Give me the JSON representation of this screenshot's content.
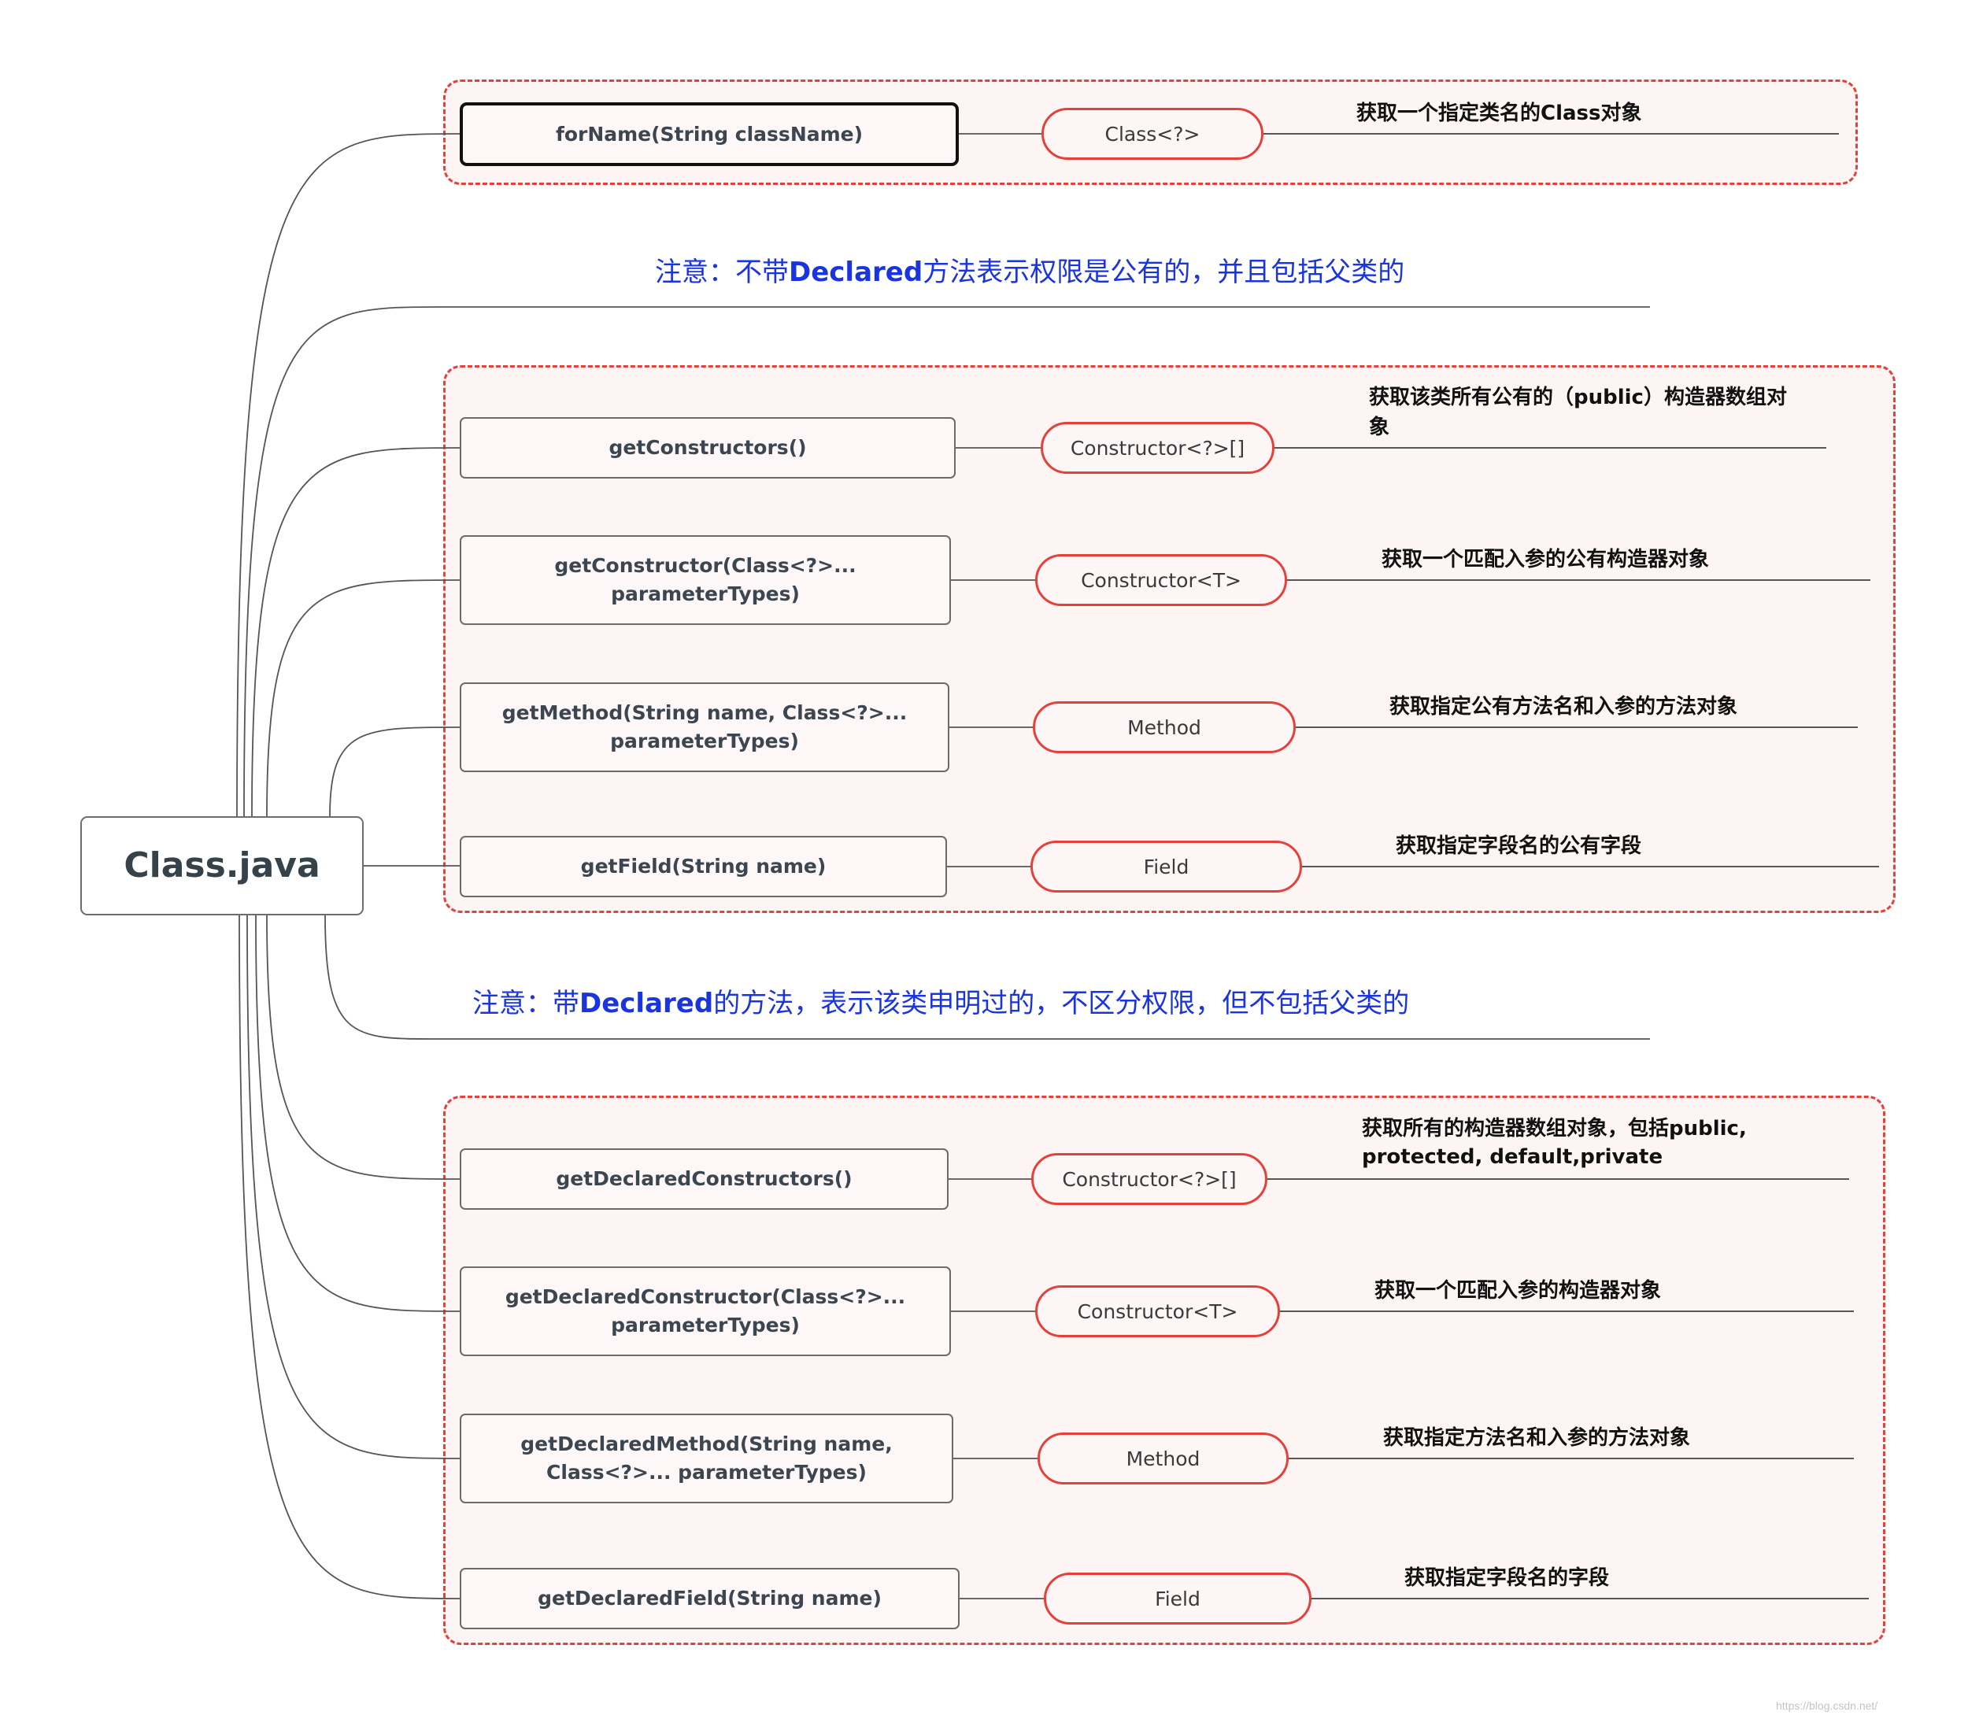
{
  "root": {
    "label": "Class.java"
  },
  "branches": [
    {
      "method_lines": [
        "forName(String className)"
      ],
      "return_type": "Class<?>",
      "description_lines": [
        "获取一个指定类名的Class对象"
      ]
    },
    {
      "method_lines": [
        "getConstructors()"
      ],
      "return_type": "Constructor<?>[]",
      "description_lines": [
        "获取该类所有公有的（public）构造器数组对",
        "象"
      ]
    },
    {
      "method_lines": [
        "getConstructor(Class<?>...",
        "parameterTypes)"
      ],
      "return_type": "Constructor<T>",
      "description_lines": [
        "获取一个匹配入参的公有构造器对象"
      ]
    },
    {
      "method_lines": [
        "getMethod(String name, Class<?>...",
        "parameterTypes)"
      ],
      "return_type": "Method",
      "description_lines": [
        "获取指定公有方法名和入参的方法对象"
      ]
    },
    {
      "method_lines": [
        "getField(String name)"
      ],
      "return_type": "Field",
      "description_lines": [
        "获取指定字段名的公有字段"
      ]
    },
    {
      "method_lines": [
        "getDeclaredConstructors()"
      ],
      "return_type": "Constructor<?>[]",
      "description_lines": [
        "获取所有的构造器数组对象，包括public,",
        "protected, default,private"
      ]
    },
    {
      "method_lines": [
        "getDeclaredConstructor(Class<?>...",
        "parameterTypes)"
      ],
      "return_type": "Constructor<T>",
      "description_lines": [
        "获取一个匹配入参的构造器对象"
      ]
    },
    {
      "method_lines": [
        "getDeclaredMethod(String name,",
        "Class<?>... parameterTypes)"
      ],
      "return_type": "Method",
      "description_lines": [
        "获取指定方法名和入参的方法对象"
      ]
    },
    {
      "method_lines": [
        "getDeclaredField(String name)"
      ],
      "return_type": "Field",
      "description_lines": [
        "获取指定字段名的字段"
      ]
    }
  ],
  "notes": [
    {
      "prefix": "注意：不带",
      "keyword": "Declared",
      "suffix": "方法表示权限是公有的，并且包括父类的"
    },
    {
      "prefix": "注意：带",
      "keyword": "Declared",
      "suffix": "的方法，表示该类申明过的，不区分权限，但不包括父类的"
    }
  ],
  "colors": {
    "boundary_red": "#e5403a",
    "note_blue": "#1a35e0",
    "connector": "#555555",
    "boundary_fill": "#fdf4f4"
  },
  "watermark": "https://blog.csdn.net/"
}
